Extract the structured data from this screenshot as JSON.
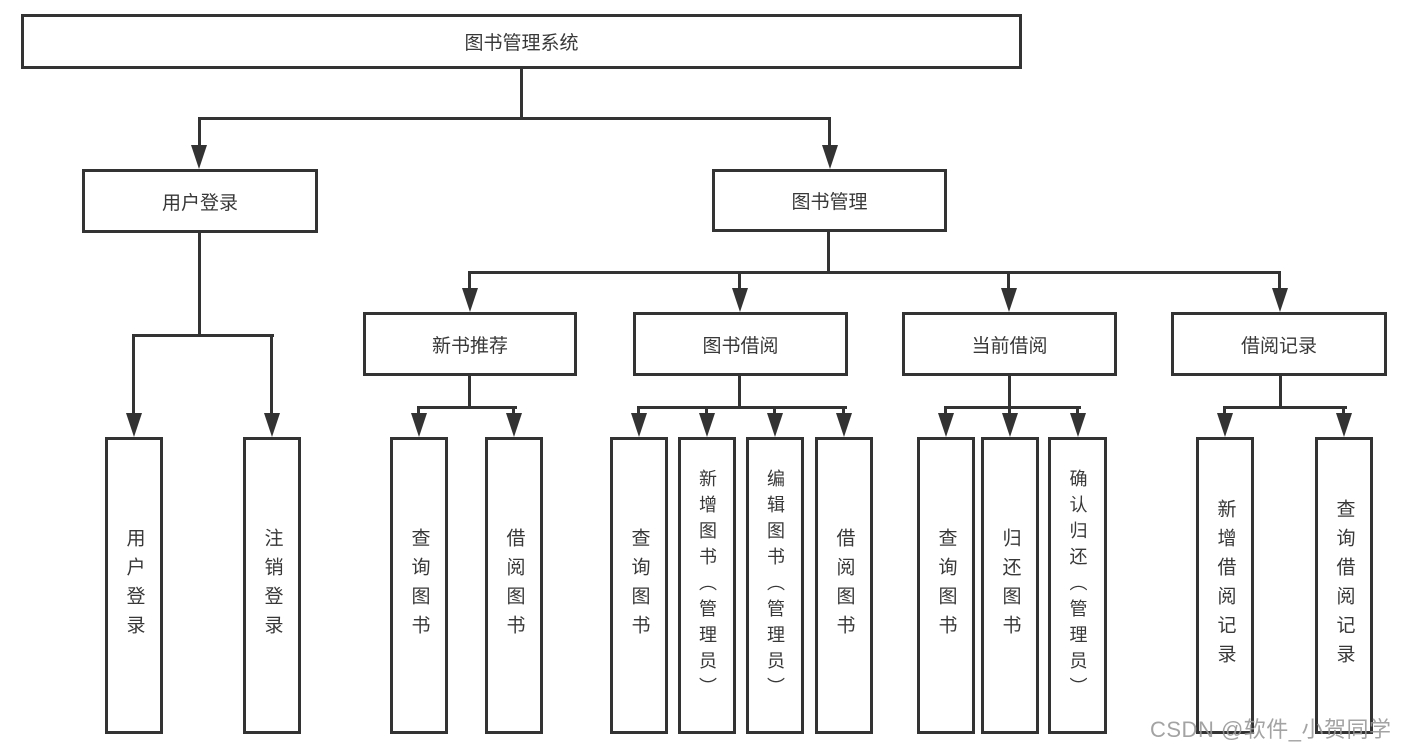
{
  "diagram_type": "tree",
  "colors": {
    "background": "#ffffff",
    "line": "#333333",
    "box_border": "#333333",
    "text": "#383838",
    "watermark_text": "#969696"
  },
  "nodes": {
    "root": "图书管理系统",
    "user_login": "用户登录",
    "book_mgmt": "图书管理",
    "new_book_rec": "新书推荐",
    "book_borrow": "图书借阅",
    "current_borrow": "当前借阅",
    "borrow_records": "借阅记录",
    "leaf_user_login": "用户登录",
    "leaf_logout": "注销登录",
    "leaf_query_books_1": "查询图书",
    "leaf_borrow_books_1": "借阅图书",
    "leaf_query_books_2": "查询图书",
    "leaf_add_books_admin": "新增图书（管理员）",
    "leaf_edit_books_admin": "编辑图书（管理员）",
    "leaf_borrow_books_2": "借阅图书",
    "leaf_query_books_3": "查询图书",
    "leaf_return_books": "归还图书",
    "leaf_confirm_return_admin": "确认归还（管理员）",
    "leaf_add_borrow_record": "新增借阅记录",
    "leaf_query_borrow_record": "查询借阅记录"
  },
  "hierarchy": {
    "图书管理系统": {
      "用户登录": [
        "用户登录",
        "注销登录"
      ],
      "图书管理": {
        "新书推荐": [
          "查询图书",
          "借阅图书"
        ],
        "图书借阅": [
          "查询图书",
          "新增图书（管理员）",
          "编辑图书（管理员）",
          "借阅图书"
        ],
        "当前借阅": [
          "查询图书",
          "归还图书",
          "确认归还（管理员）"
        ],
        "借阅记录": [
          "新增借阅记录",
          "查询借阅记录"
        ]
      }
    }
  },
  "watermark": "CSDN @软件_小贺同学"
}
